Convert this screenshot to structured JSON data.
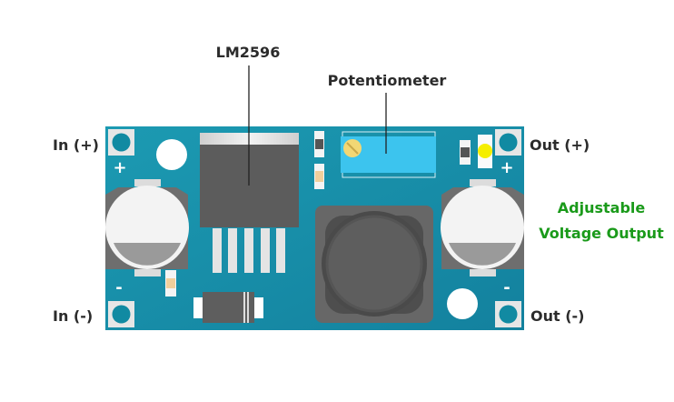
{
  "labels": {
    "regulator": "LM2596",
    "potentiometer": "Potentiometer",
    "in_plus": "In (+)",
    "in_minus": "In (-)",
    "out_plus": "Out (+)",
    "out_minus": "Out (-)",
    "adjustable_line1": "Adjustable",
    "adjustable_line2": "Voltage Output"
  },
  "board_markings": {
    "plus": "+",
    "minus": "-"
  },
  "colors": {
    "board": "#1a8fa8",
    "potentiometer": "#3cc4ee",
    "led": "#f5ee00",
    "accent_text": "#1a9a1a",
    "label_text": "#2b2b2b"
  }
}
